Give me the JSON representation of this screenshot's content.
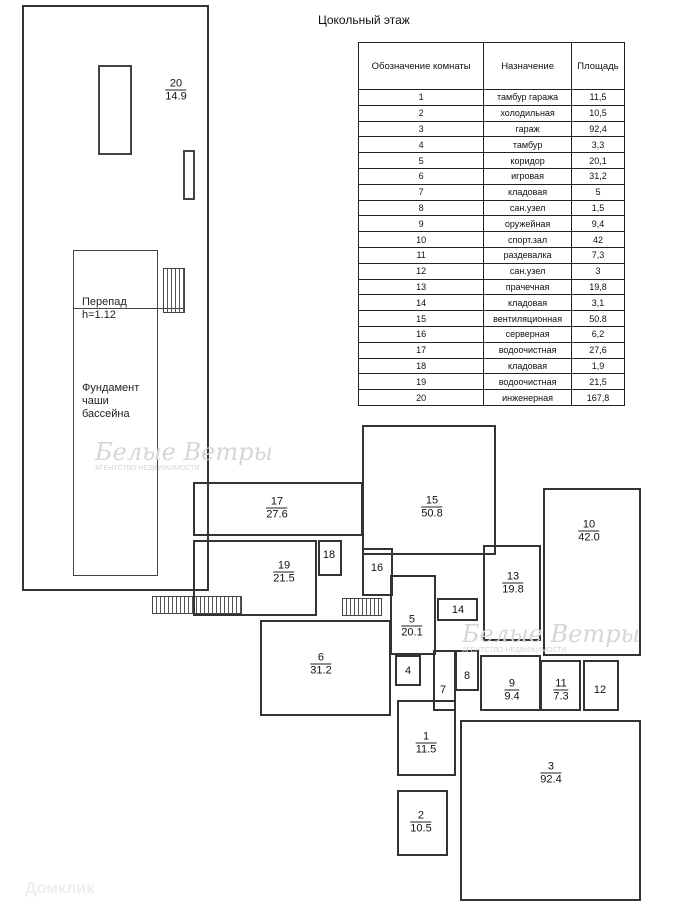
{
  "title": "Цокольный этаж",
  "table": {
    "headers": [
      "Обозначение комнаты",
      "Назначение",
      "Площадь"
    ],
    "rows": [
      [
        "1",
        "тамбур гаража",
        "11,5"
      ],
      [
        "2",
        "холодильная",
        "10,5"
      ],
      [
        "3",
        "гараж",
        "92,4"
      ],
      [
        "4",
        "тамбур",
        "3,3"
      ],
      [
        "5",
        "коридор",
        "20,1"
      ],
      [
        "6",
        "игровая",
        "31,2"
      ],
      [
        "7",
        "кладовая",
        "5"
      ],
      [
        "8",
        "сан.узел",
        "1,5"
      ],
      [
        "9",
        "оружейная",
        "9,4"
      ],
      [
        "10",
        "спорт.зал",
        "42"
      ],
      [
        "11",
        "раздевалка",
        "7,3"
      ],
      [
        "12",
        "сан.узел",
        "3"
      ],
      [
        "13",
        "прачечная",
        "19,8"
      ],
      [
        "14",
        "кладовая",
        "3,1"
      ],
      [
        "15",
        "вентиляционная",
        "50.8"
      ],
      [
        "16",
        "серверная",
        "6,2"
      ],
      [
        "17",
        "водоочистная",
        "27,6"
      ],
      [
        "18",
        "кладовая",
        "1,9"
      ],
      [
        "19",
        "водоочистная",
        "21,5"
      ],
      [
        "20",
        "инженерная",
        "167,8"
      ]
    ]
  },
  "rooms": {
    "r20": {
      "n": "20",
      "a": "14.9"
    },
    "r17": {
      "n": "17",
      "a": "27.6"
    },
    "r19": {
      "n": "19",
      "a": "21.5"
    },
    "r15": {
      "n": "15",
      "a": "50.8"
    },
    "r13": {
      "n": "13",
      "a": "19.8"
    },
    "r10": {
      "n": "10",
      "a": "42.0"
    },
    "r5": {
      "n": "5",
      "a": "20.1"
    },
    "r6": {
      "n": "6",
      "a": "31.2"
    },
    "r9": {
      "n": "9",
      "a": "9.4"
    },
    "r11": {
      "n": "11",
      "a": "7.3"
    },
    "r1": {
      "n": "1",
      "a": "11.5"
    },
    "r2": {
      "n": "2",
      "a": "10.5"
    },
    "r3": {
      "n": "3",
      "a": "92.4"
    },
    "r18": "18",
    "r16": "16",
    "r14": "14",
    "r4": "4",
    "r7": "7",
    "r8": "8",
    "r12": "12"
  },
  "notes": {
    "drop": "Перепад",
    "drop_h": "h=1.12",
    "pool": "Фундамент чаши бассейна"
  },
  "watermark": {
    "brand": "Белые Ветры",
    "sub1": "АГЕНТСТВО",
    "sub2": "НЕДВИЖИМОСТИ"
  },
  "logo": "Домклик"
}
